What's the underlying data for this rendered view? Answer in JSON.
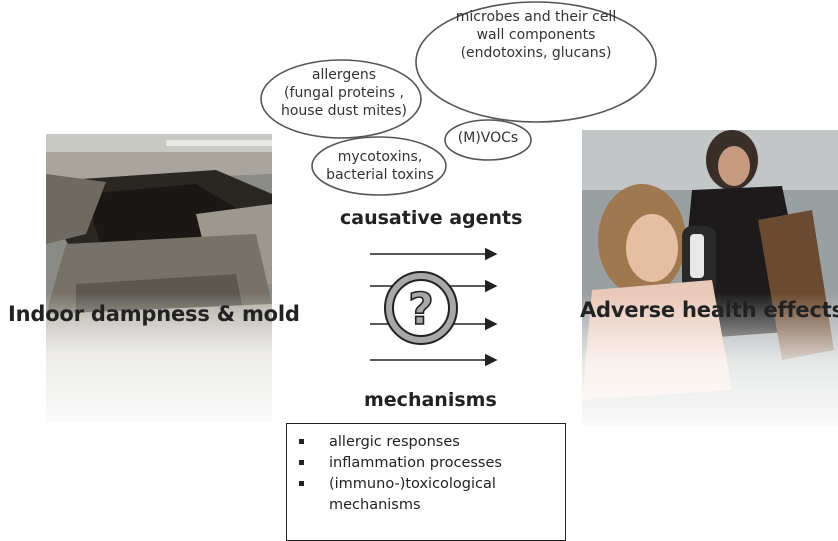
{
  "labels": {
    "left": "Indoor dampness & mold",
    "right": "Adverse health effects",
    "causative": "causative agents",
    "mechanisms": "mechanisms"
  },
  "agents": {
    "microbes": [
      "microbes and their cell",
      "wall components",
      "(endotoxins, glucans)"
    ],
    "allergens": [
      "allergens",
      "(fungal proteins ,",
      "house dust mites)"
    ],
    "mvocs": [
      "(M)VOCs"
    ],
    "mycotoxins": [
      "mycotoxins,",
      "bacterial toxins"
    ]
  },
  "mechanism_items": [
    [
      "allergic responses"
    ],
    [
      "inflammation processes"
    ],
    [
      "(immuno-)toxicological",
      "mechanisms"
    ]
  ],
  "icons": {
    "center": "question-mark-icon"
  }
}
